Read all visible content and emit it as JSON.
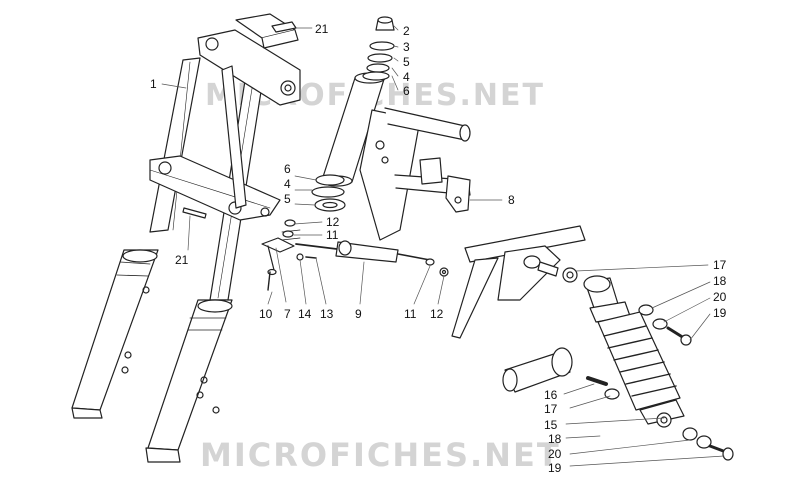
{
  "watermark": {
    "text_top": "MICROFICHES.NET",
    "text_bottom": "MICROFICHES.NET",
    "color": "#d4d4d4"
  },
  "colors": {
    "ink": "#222222",
    "leader": "#555555",
    "background": "#ffffff"
  },
  "callouts": [
    {
      "id": "c21a",
      "text": "21"
    },
    {
      "id": "c1",
      "text": "1"
    },
    {
      "id": "c21b",
      "text": "21"
    },
    {
      "id": "c2",
      "text": "2"
    },
    {
      "id": "c3",
      "text": "3"
    },
    {
      "id": "c5a",
      "text": "5"
    },
    {
      "id": "c4a",
      "text": "4"
    },
    {
      "id": "c6a",
      "text": "6"
    },
    {
      "id": "c6b",
      "text": "6"
    },
    {
      "id": "c4b",
      "text": "4"
    },
    {
      "id": "c5b",
      "text": "5"
    },
    {
      "id": "c8",
      "text": "8"
    },
    {
      "id": "c12a",
      "text": "12"
    },
    {
      "id": "c11a",
      "text": "11"
    },
    {
      "id": "c10",
      "text": "10"
    },
    {
      "id": "c7",
      "text": "7"
    },
    {
      "id": "c14",
      "text": "14"
    },
    {
      "id": "c13",
      "text": "13"
    },
    {
      "id": "c9",
      "text": "9"
    },
    {
      "id": "c11b",
      "text": "11"
    },
    {
      "id": "c12b",
      "text": "12"
    },
    {
      "id": "c17a",
      "text": "17"
    },
    {
      "id": "c18a",
      "text": "18"
    },
    {
      "id": "c20a",
      "text": "20"
    },
    {
      "id": "c19a",
      "text": "19"
    },
    {
      "id": "c16",
      "text": "16"
    },
    {
      "id": "c17b",
      "text": "17"
    },
    {
      "id": "c15",
      "text": "15"
    },
    {
      "id": "c18b",
      "text": "18"
    },
    {
      "id": "c20b",
      "text": "20"
    },
    {
      "id": "c19b",
      "text": "19"
    }
  ]
}
